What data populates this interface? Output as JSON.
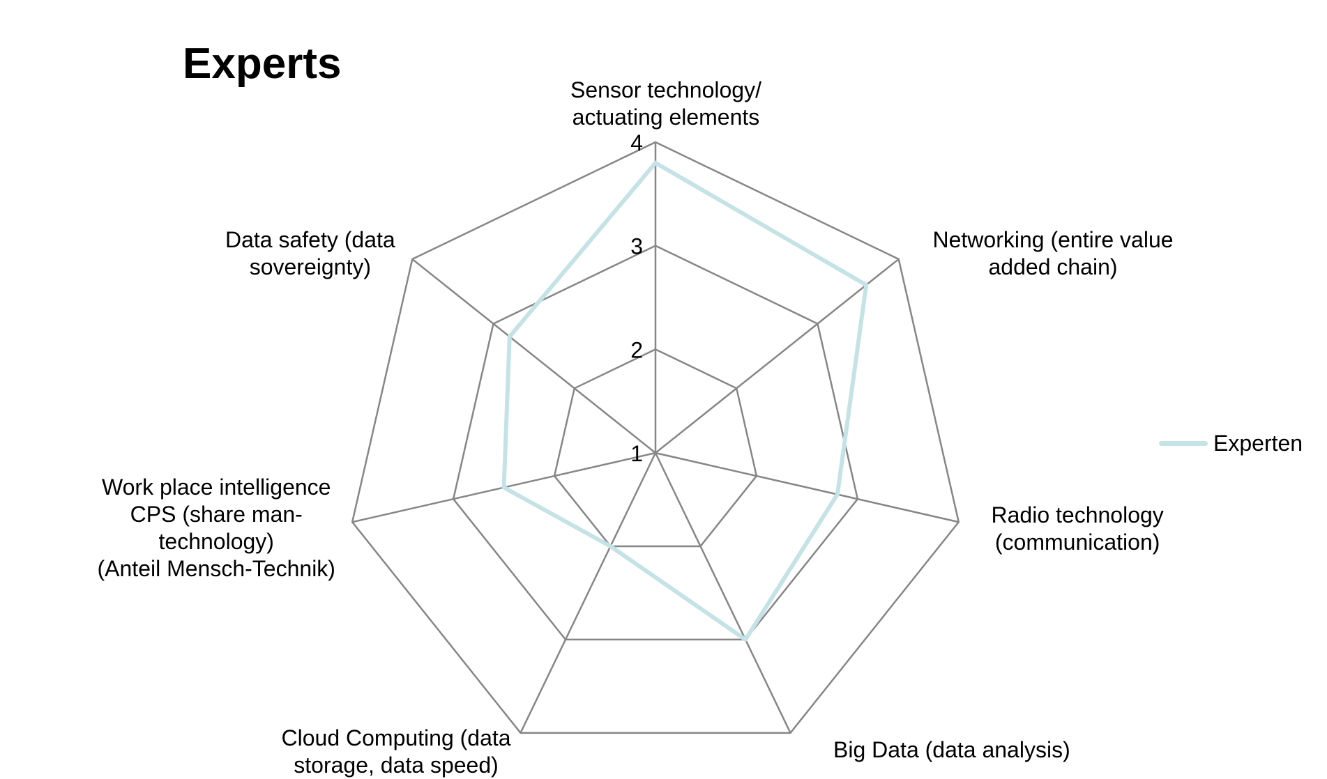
{
  "chart_data": {
    "type": "radar",
    "title": "Experts",
    "categories": [
      "Sensor technology/\nactuating elements",
      "Networking (entire value\nadded chain)",
      "Radio technology\n(communication)",
      "Big Data (data analysis)",
      "Cloud Computing (data\nstorage, data speed)",
      "Work place intelligence\nCPS (share man-\ntechnology)\n(Anteil Mensch-Technik)",
      "Data safety (data\nsovereignty)"
    ],
    "series": [
      {
        "name": "Experten",
        "values": [
          3.8,
          3.6,
          2.8,
          3.0,
          2.0,
          2.5,
          2.8
        ],
        "color": "#c5e3e6"
      }
    ],
    "rlim": [
      1,
      4
    ],
    "ticks": [
      "1",
      "2",
      "3",
      "4"
    ],
    "tick_values": [
      1,
      2,
      3,
      4
    ],
    "grid": true,
    "grid_color": "#868686",
    "legend": "right"
  }
}
